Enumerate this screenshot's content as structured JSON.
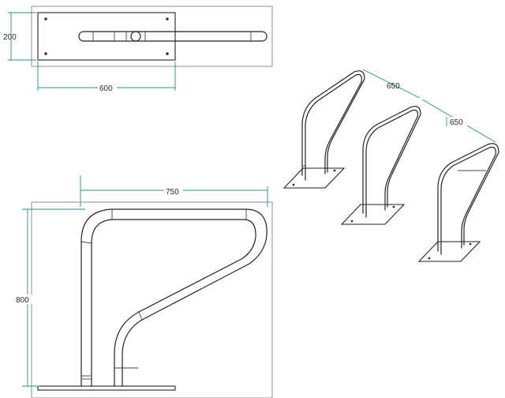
{
  "dimensions": {
    "plate_height": "200",
    "plate_width": "600",
    "rack_spacing_1": "650",
    "rack_spacing_2": "650",
    "rack_width": "750",
    "rack_height": "800"
  },
  "colors": {
    "dimension_line": "#1f8f8f",
    "outline": "#222222",
    "frame": "#8c8c8c"
  }
}
